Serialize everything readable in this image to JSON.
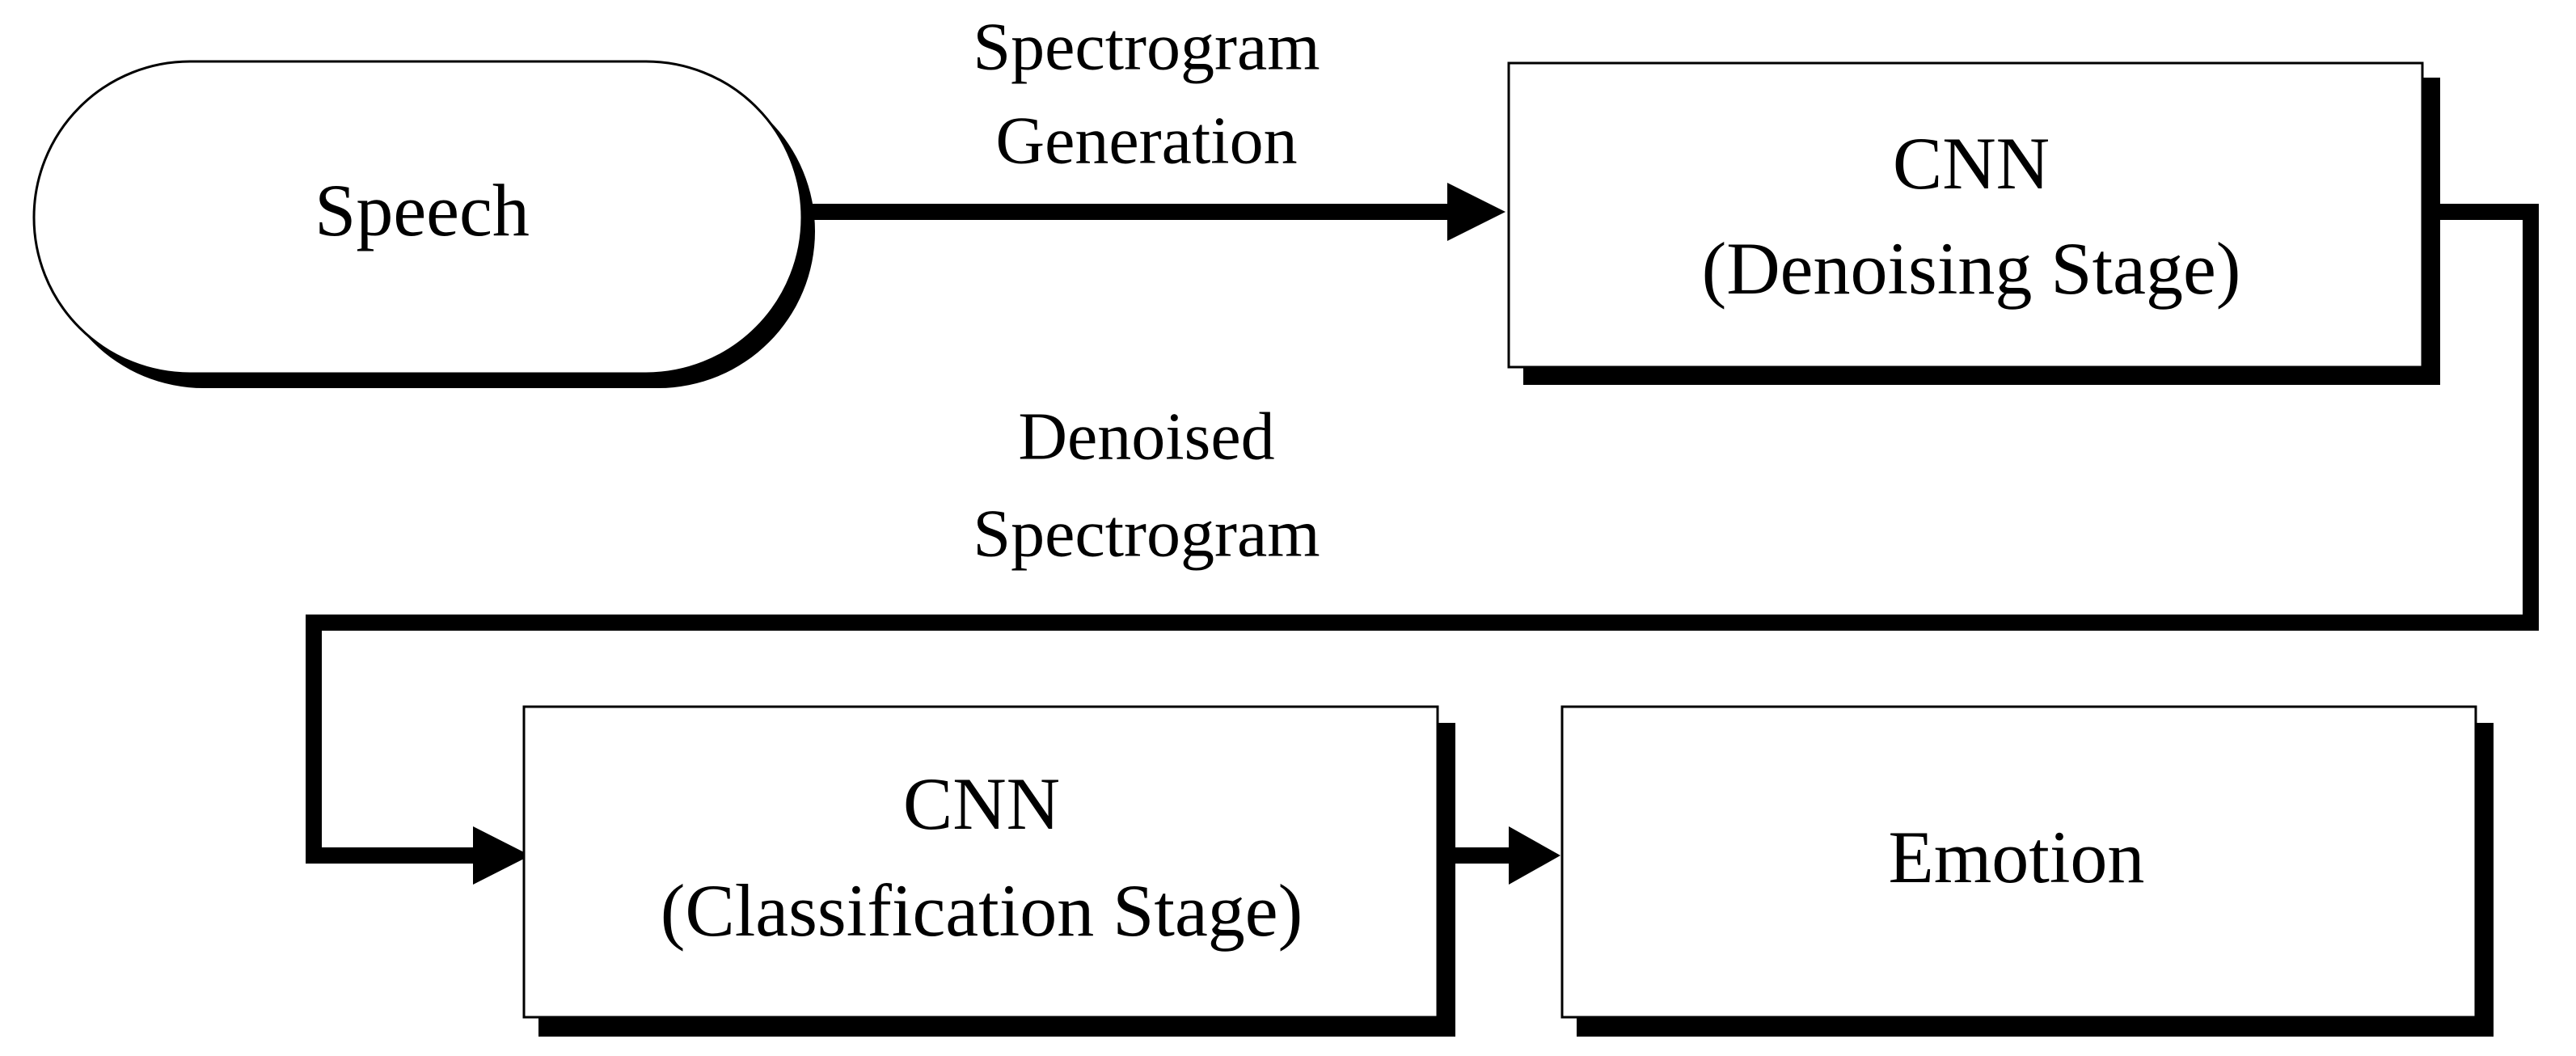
{
  "diagram": {
    "nodes": {
      "speech": {
        "label": "Speech"
      },
      "cnn_denoise": {
        "title": "CNN",
        "subtitle": "(Denoising Stage)"
      },
      "cnn_classify": {
        "title": "CNN",
        "subtitle": "(Classification Stage)"
      },
      "emotion": {
        "label": "Emotion"
      }
    },
    "edges": {
      "speech_to_denoise": {
        "line1": "Spectrogram",
        "line2": "Generation"
      },
      "denoise_to_classify": {
        "line1": "Denoised",
        "line2": "Spectrogram"
      },
      "classify_to_emotion": {}
    },
    "colors": {
      "stroke": "#000000",
      "fill": "#ffffff",
      "shadow": "#000000"
    }
  }
}
